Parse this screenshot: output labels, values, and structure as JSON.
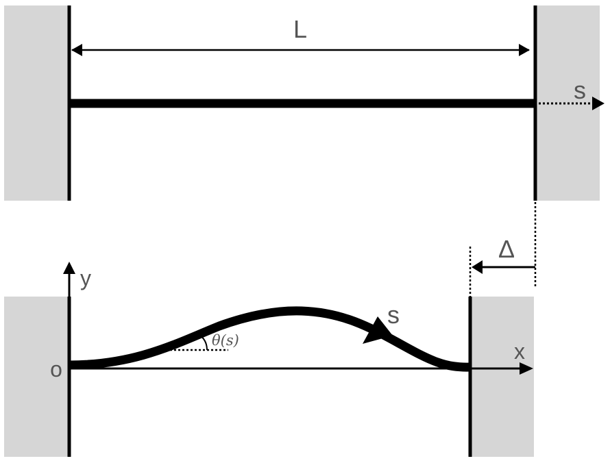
{
  "top_panel": {
    "length_label": "L",
    "arc_label": "s"
  },
  "bottom_panel": {
    "displacement_label": "Δ",
    "y_axis_label": "y",
    "x_axis_label": "x",
    "origin_label": "o",
    "arc_label": "s",
    "angle_label": "θ(s)"
  },
  "colors": {
    "wall": "#d6d6d6",
    "ink": "#000000",
    "text": "#555555"
  }
}
